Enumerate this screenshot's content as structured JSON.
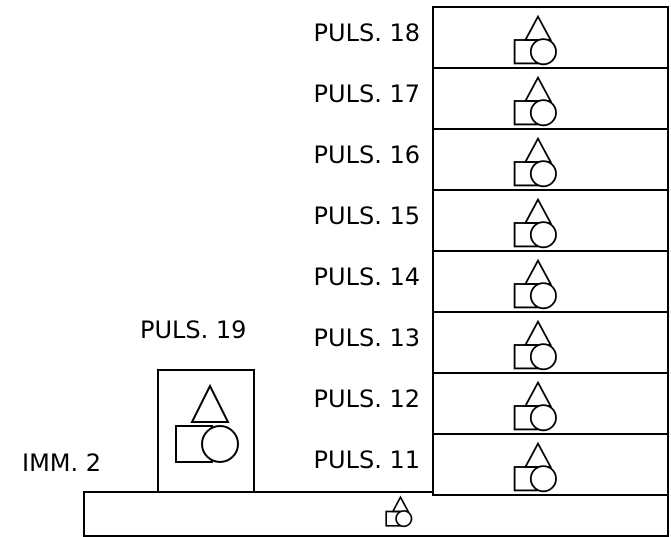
{
  "stack_labels": [
    "PULS. 18",
    "PULS. 17",
    "PULS. 16",
    "PULS. 15",
    "PULS. 14",
    "PULS. 13",
    "PULS. 12",
    "PULS. 11"
  ],
  "side_box_label": "PULS. 19",
  "side_label": "IMM. 2",
  "icon": "triangle-square-circle-icon",
  "stroke_color": "#000000",
  "fill_color": "#ffffff"
}
